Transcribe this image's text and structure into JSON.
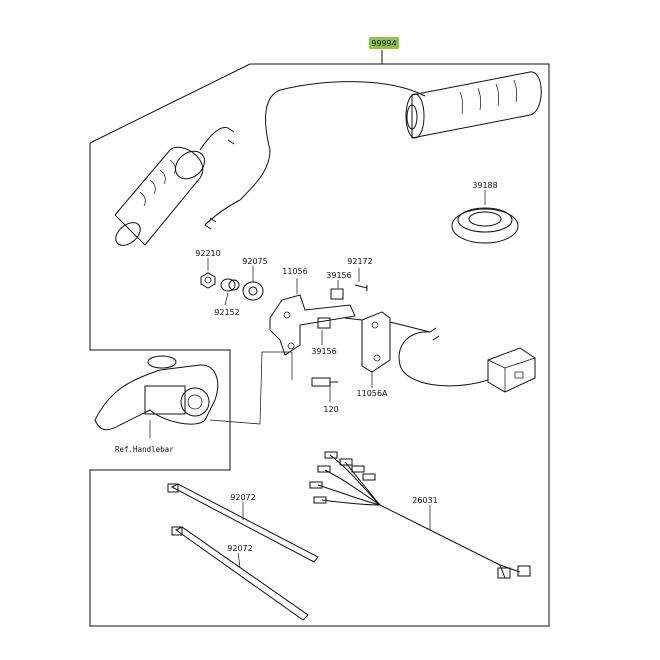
{
  "assembly": {
    "number": "99994",
    "tag_color": "#8dc63f"
  },
  "ref_label": "Ref.Handlebar",
  "parts": {
    "p39188": "39188",
    "p92210": "92210",
    "p92075": "92075",
    "p11056": "11056",
    "p39156a": "39156",
    "p92172": "92172",
    "p92152": "92152",
    "p39156b": "39156",
    "p11056A": "11056A",
    "p120": "120",
    "p92072a": "92072",
    "p92072b": "92072",
    "p26031": "26031"
  }
}
